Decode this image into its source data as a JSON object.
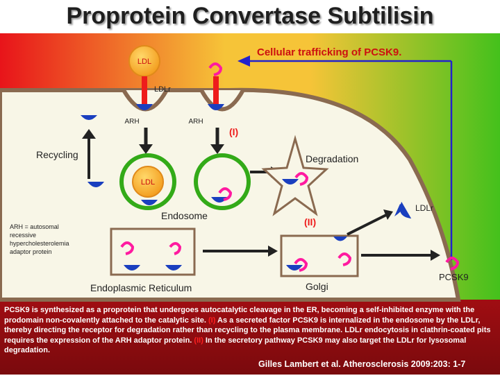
{
  "title": "Proprotein Convertase Subtilisin",
  "diagram": {
    "heading": "Cellular trafficking of PCSK9.",
    "ldl_label": "LDL",
    "ldlr_label": "LDLr",
    "arh_left": "ARH",
    "arh_right": "ARH",
    "marker_1": "(I)",
    "marker_2": "(II)",
    "recycling": "Recycling",
    "degradation": "Degradation",
    "ldl_endosome": "LDL",
    "endosome": "Endosome",
    "ldlr_right": "LDLr",
    "pcsk9": "PCSK9",
    "er": "Endoplasmic Reticulum",
    "golgi": "Golgi",
    "legend": [
      "ARH = autosomal",
      "recessive",
      "hypercholesterolemia",
      "adaptor  protein"
    ]
  },
  "caption": {
    "part1": "PCSK9 is synthesized as a proprotein that undergoes autocatalytic cleavage in the ER, becoming a self-inhibited enzyme with the prodomain non-covalently attached to the catalytic site. ",
    "m1": "(I)",
    "part2": " As a secreted factor PCSK9 is internalized in the endosome by the LDLr, thereby directing the receptor for degradation rather than recycling to the plasma membrane. LDLr endocytosis in clathrin-coated pits requires the expression of the ARH adaptor protein. ",
    "m2": "(II)",
    "part3": " In the secretory pathway PCSK9 may also target the LDLr for lysosomal degradation."
  },
  "citation": "Gilles Lambert  et al. Atherosclerosis 2009:203: 1-7"
}
